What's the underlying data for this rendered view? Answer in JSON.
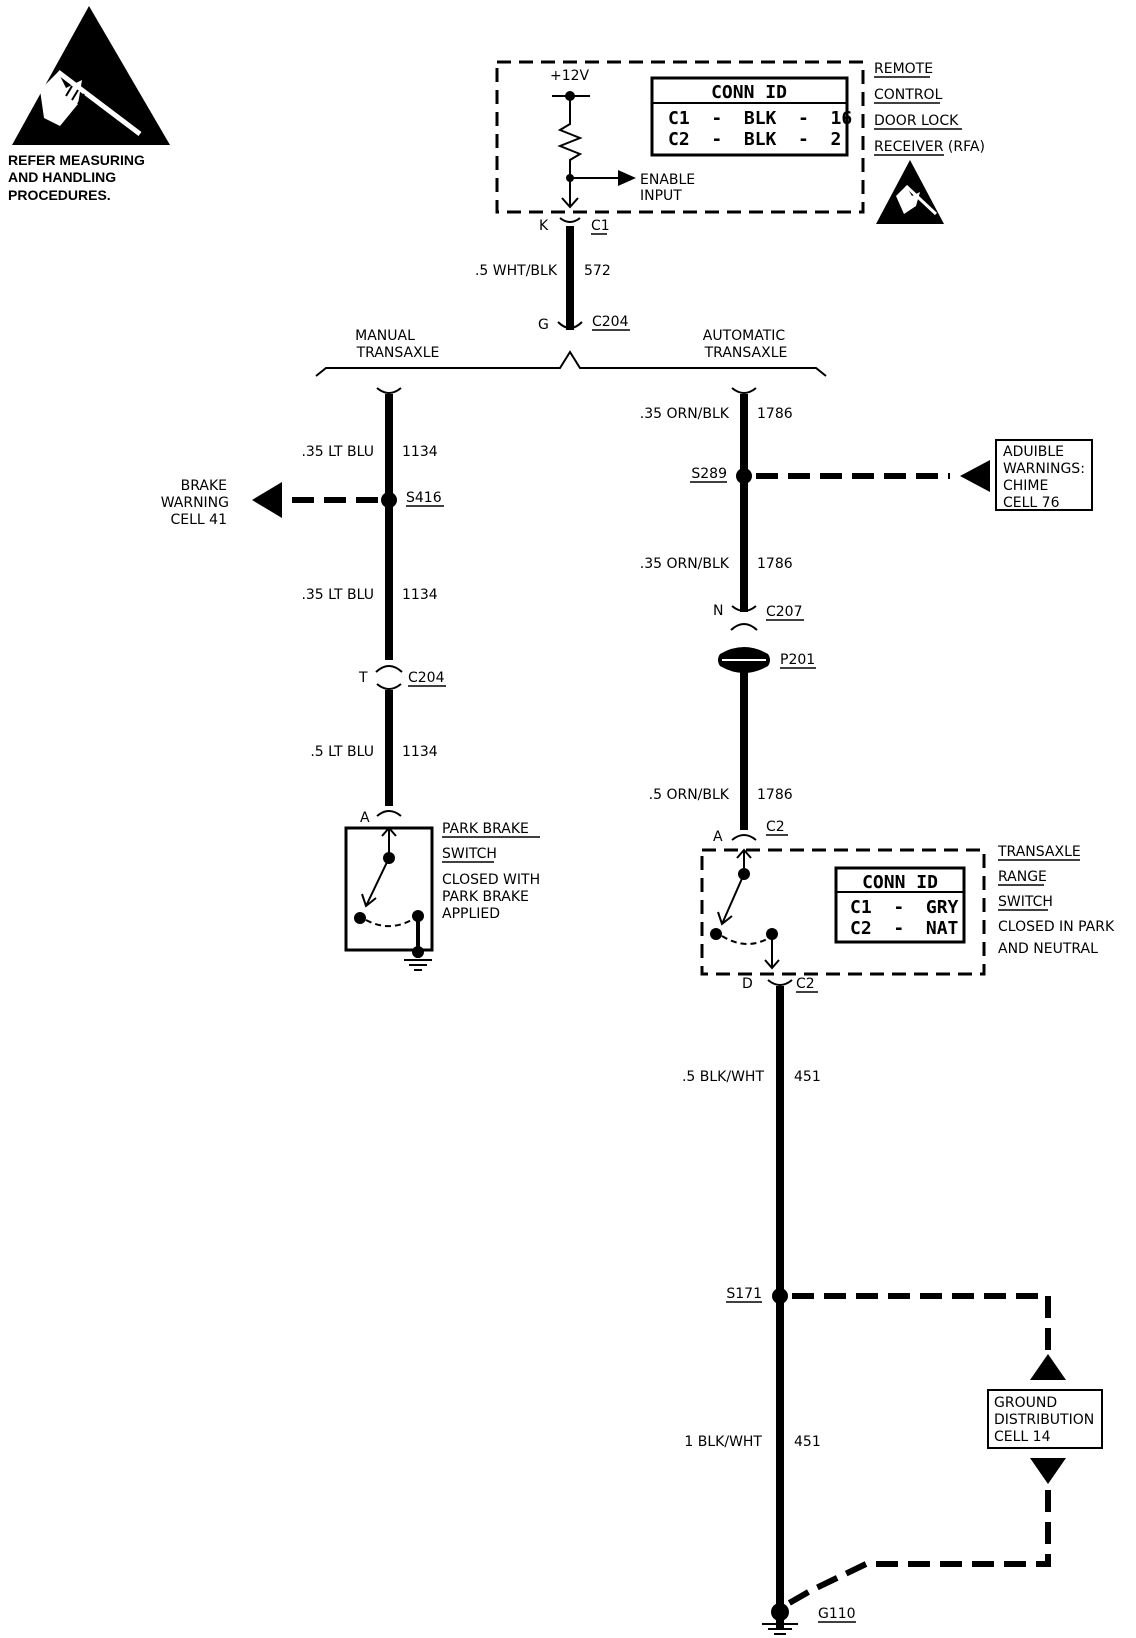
{
  "esd_warning": {
    "line1": "REFER MEASURING",
    "line2": "AND HANDLING",
    "line3": "PROCEDURES."
  },
  "rcdlr": {
    "voltage": "+12V",
    "conn_id_title": "CONN ID",
    "conn_c1": "C1  -  BLK  -  16",
    "conn_c2": "C2  -  BLK  -  2",
    "enable_line1": "ENABLE",
    "enable_line2": "INPUT",
    "name_line1": "REMOTE",
    "name_line2": "CONTROL",
    "name_line3": "DOOR LOCK",
    "name_line4": "RECEIVER (RFA)"
  },
  "wire_572": {
    "pin": "K",
    "conn": "C1",
    "gauge": ".5 WHT/BLK",
    "circuit": "572",
    "pin2": "G",
    "conn2": "C204"
  },
  "branch": {
    "manual_line1": "MANUAL",
    "manual_line2": "TRANSAXLE",
    "auto_line1": "AUTOMATIC",
    "auto_line2": "TRANSAXLE"
  },
  "left": {
    "wire1_gauge": ".35 LT BLU",
    "wire1_circuit": "1134",
    "splice": "S416",
    "brake_line1": "BRAKE",
    "brake_line2": "WARNING",
    "brake_line3": "CELL 41",
    "wire2_gauge": ".35 LT BLU",
    "wire2_circuit": "1134",
    "conn_pin": "T",
    "conn": "C204",
    "wire3_gauge": ".5 LT BLU",
    "wire3_circuit": "1134",
    "switch_pin": "A",
    "switch_line1": "PARK BRAKE",
    "switch_line2": "SWITCH",
    "switch_line3": "CLOSED WITH",
    "switch_line4": "PARK BRAKE",
    "switch_line5": "APPLIED"
  },
  "right": {
    "wire1_gauge": ".35 ORN/BLK",
    "wire1_circuit": "1786",
    "splice": "S289",
    "audible_line1": "ADUIBLE",
    "audible_line2": "WARNINGS:",
    "audible_line3": "CHIME",
    "audible_line4": "CELL 76",
    "wire2_gauge": ".35 ORN/BLK",
    "wire2_circuit": "1786",
    "conn_pin": "N",
    "conn": "C207",
    "passthru": "P201",
    "wire3_gauge": ".5 ORN/BLK",
    "wire3_circuit": "1786",
    "switch_pin_top": "A",
    "switch_conn_top": "C2",
    "conn_id_title": "CONN ID",
    "conn_c1": "C1  -  GRY",
    "conn_c2": "C2  -  NAT",
    "switch_line1": "TRANSAXLE",
    "switch_line2": "RANGE",
    "switch_line3": "SWITCH",
    "switch_line4": "CLOSED IN PARK",
    "switch_line5": "AND NEUTRAL",
    "switch_pin_bottom": "D",
    "switch_conn_bottom": "C2",
    "wire4_gauge": ".5 BLK/WHT",
    "wire4_circuit": "451",
    "splice2": "S171",
    "ground_line1": "GROUND",
    "ground_line2": "DISTRIBUTION",
    "ground_line3": "CELL 14",
    "wire5_gauge": "1 BLK/WHT",
    "wire5_circuit": "451",
    "ground": "G110"
  }
}
